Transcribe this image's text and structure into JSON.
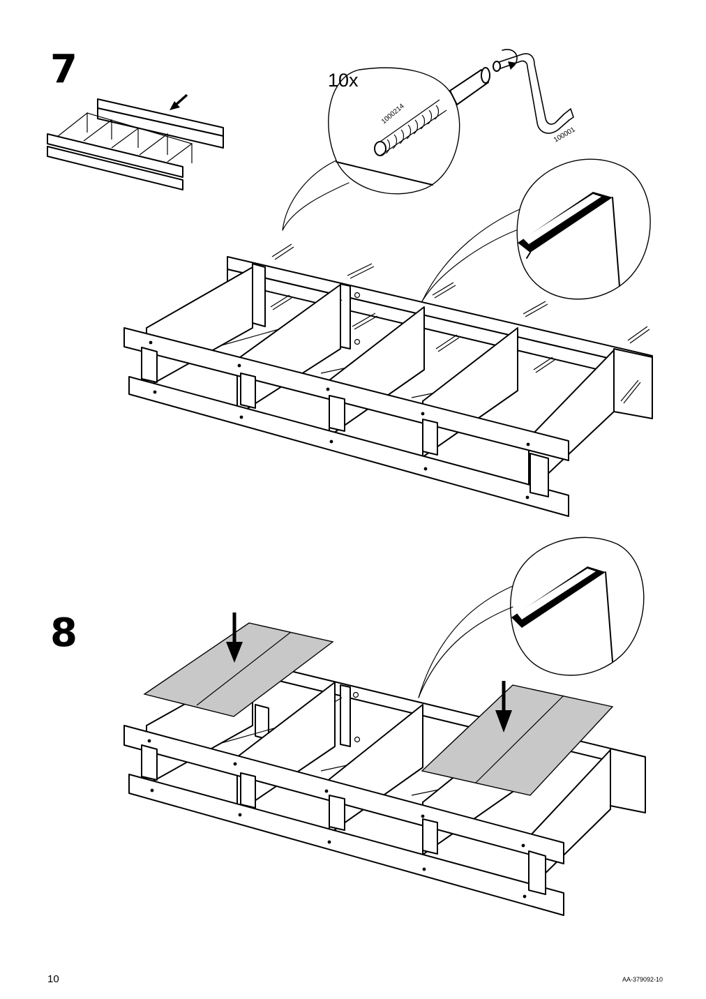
{
  "page": {
    "page_number": "10",
    "document_code": "AA-379092-10"
  },
  "steps": [
    {
      "number": "7",
      "quantity_label": "10x",
      "parts": [
        {
          "id": "1000214",
          "icon": "dowel-icon"
        },
        {
          "id": "100001",
          "icon": "allen-key-icon"
        }
      ]
    },
    {
      "number": "8"
    }
  ],
  "colors": {
    "ink": "#000000",
    "panel_grey": "#c8c8c8",
    "background": "#ffffff"
  }
}
